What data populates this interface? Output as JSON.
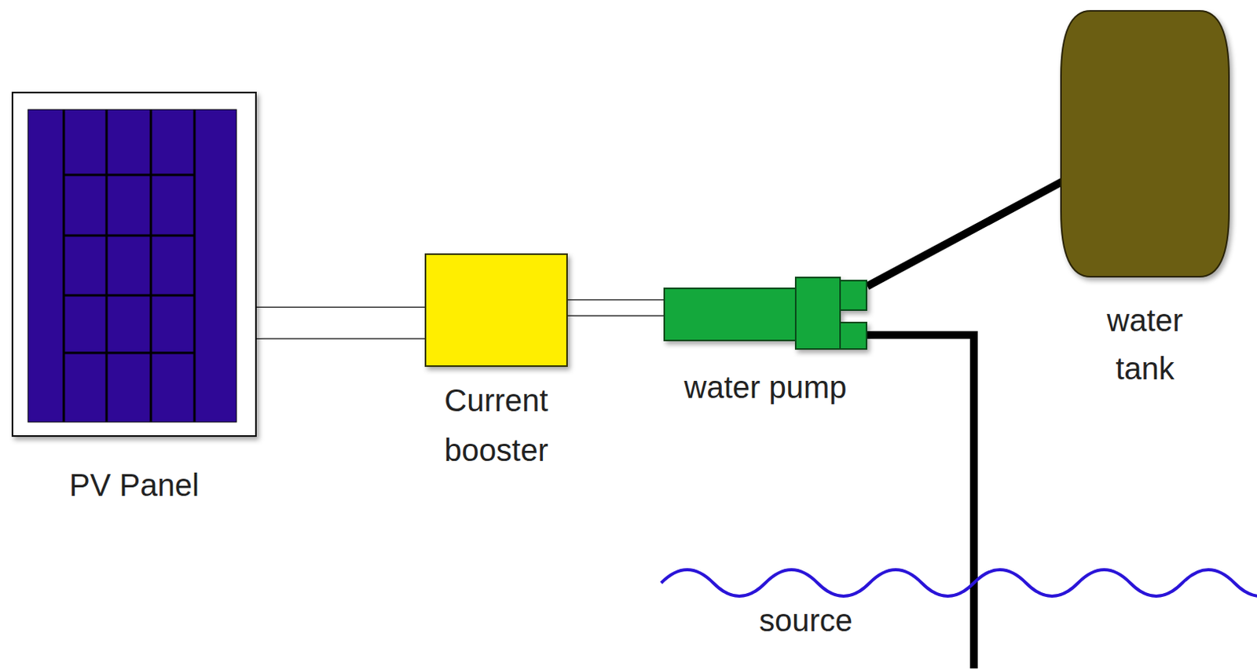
{
  "diagram": {
    "nodes": [
      {
        "text": [
          "PV Panel"
        ]
      },
      {
        "text": [
          "Current booster"
        ]
      },
      {
        "text": [
          "water pump"
        ]
      },
      {
        "text": [
          "water tank"
        ]
      }
    ],
    "edges": [
      {
        "from": 0,
        "to": 1,
        "arrow": "none"
      },
      {
        "from": 1,
        "to": 2,
        "arrow": "none"
      },
      {
        "from": 2,
        "to": 3,
        "arrow": "none"
      }
    ],
    "labels": [
      "source"
    ]
  }
}
